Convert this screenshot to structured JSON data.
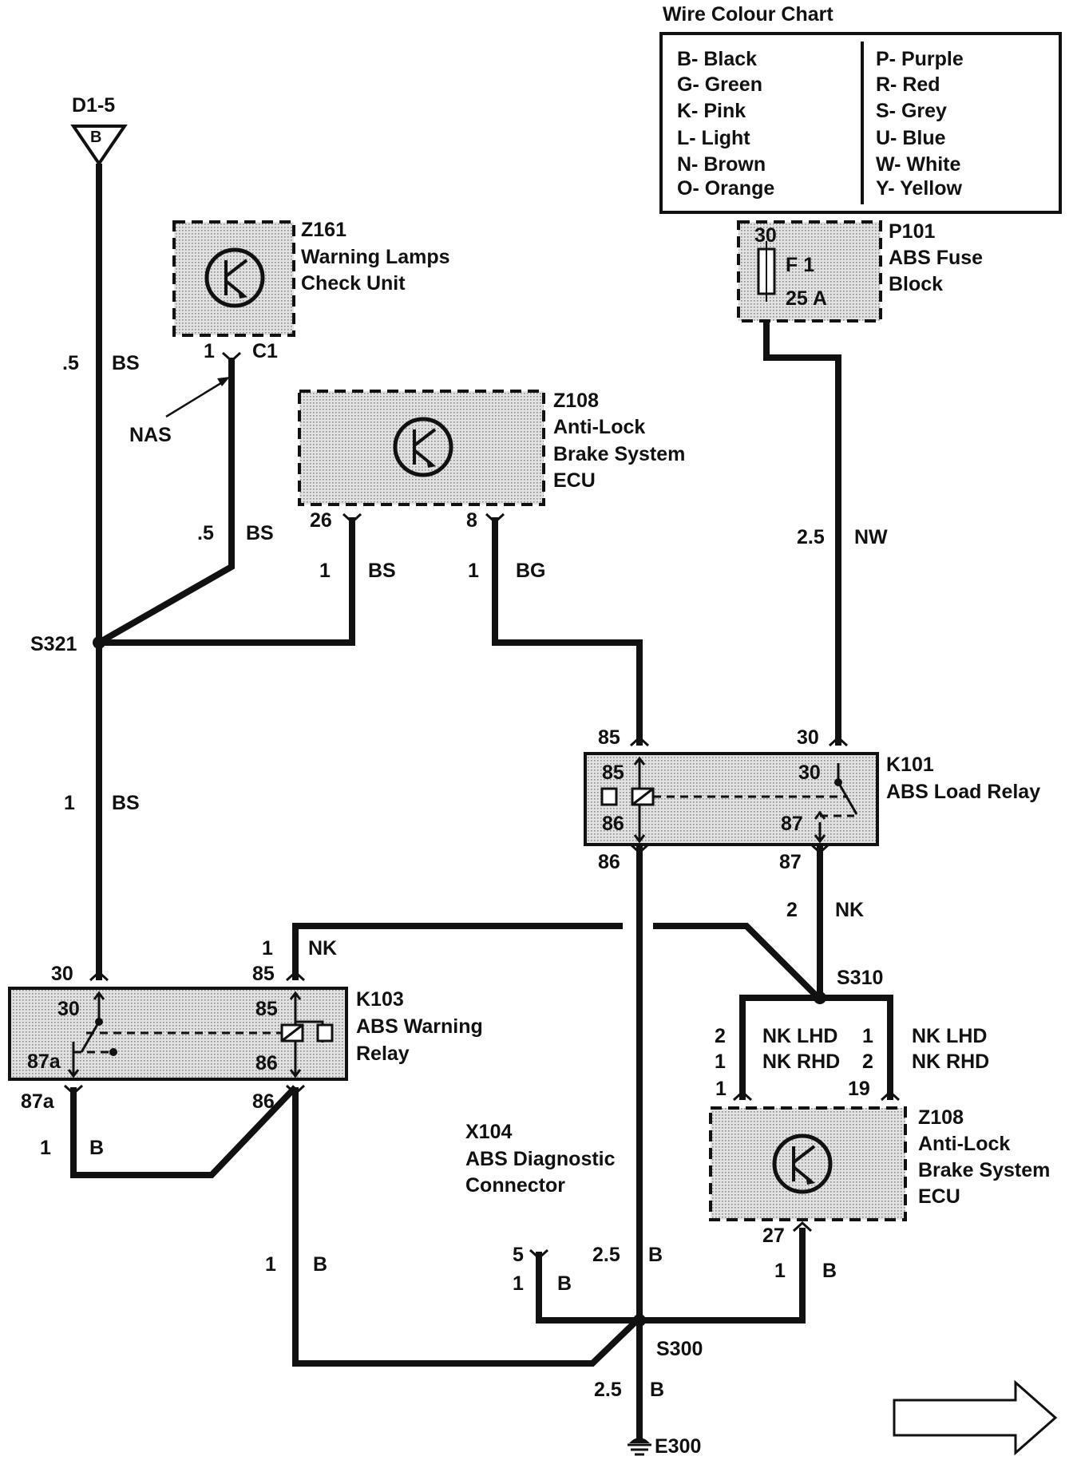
{
  "colour_chart": {
    "title": "Wire Colour Chart",
    "left": [
      "B- Black",
      "G- Green",
      "K- Pink",
      "L- Light",
      "N- Brown",
      "O- Orange"
    ],
    "right": [
      "P- Purple",
      "R- Red",
      "S- Grey",
      "U- Blue",
      "W- White",
      "Y- Yellow"
    ]
  },
  "source": {
    "name": "D1-5",
    "letter": "B"
  },
  "components": {
    "z161": {
      "code": "Z161",
      "line1": "Warning Lamps",
      "line2": "Check Unit",
      "pin1": "1",
      "conn": "C1"
    },
    "z108_top": {
      "code": "Z108",
      "line1": "Anti-Lock",
      "line2": "Brake System",
      "line3": "ECU",
      "pin_a": "26",
      "pin_b": "8"
    },
    "p101": {
      "code": "P101",
      "line1": "ABS Fuse",
      "line2": "Block",
      "pin": "30",
      "fuse": "F 1",
      "rating": "25 A"
    },
    "k101": {
      "code": "K101",
      "line1": "ABS Load Relay",
      "p85": "85",
      "p86": "86",
      "p30": "30",
      "p87": "87"
    },
    "k103": {
      "code": "K103",
      "line1": "ABS Warning",
      "line2": "Relay",
      "p30": "30",
      "p85": "85",
      "p87a": "87a",
      "p86": "86"
    },
    "z108_bot": {
      "code": "Z108",
      "line1": "Anti-Lock",
      "line2": "Brake System",
      "line3": "ECU",
      "pin_l": "1",
      "pin_r": "19",
      "pin_b": "27"
    },
    "x104": {
      "code": "X104",
      "line1": "ABS Diagnostic",
      "line2": "Connector",
      "pin5": "5",
      "pin_label": "1"
    }
  },
  "splices": {
    "s321": "S321",
    "s310": "S310",
    "s300": "S300",
    "ground": "E300"
  },
  "wires": {
    "w_d1_s321": {
      "size": ".5",
      "colour": "BS"
    },
    "nas": "NAS",
    "w_z161": {
      "size": ".5",
      "colour": "BS"
    },
    "w_26": {
      "size": "1",
      "colour": "BS"
    },
    "w_8": {
      "size": "1",
      "colour": "BG"
    },
    "w_fuse": {
      "size": "2.5",
      "colour": "NW"
    },
    "w_s321_k103": {
      "size": "1",
      "colour": "BS"
    },
    "w_k103_85": {
      "size": "1",
      "colour": "NK"
    },
    "w_k101_87": {
      "size": "2",
      "colour": "NK"
    },
    "w_s310_left": {
      "size1": "2",
      "colour1": "NK LHD",
      "size2": "1",
      "colour2": "NK RHD"
    },
    "w_s310_right": {
      "size1": "1",
      "colour1": "NK LHD",
      "size2": "2",
      "colour2": "NK RHD"
    },
    "w_87a": {
      "size": "1",
      "colour": "B"
    },
    "w_86_k103": {
      "size": "1",
      "colour": "B"
    },
    "w_x104": {
      "size": "1",
      "colour": "B"
    },
    "w_k101_86": {
      "size": "2.5",
      "colour": "B"
    },
    "w_z108_27": {
      "size": "1",
      "colour": "B"
    },
    "w_ground": {
      "size": "2.5",
      "colour": "B"
    }
  }
}
